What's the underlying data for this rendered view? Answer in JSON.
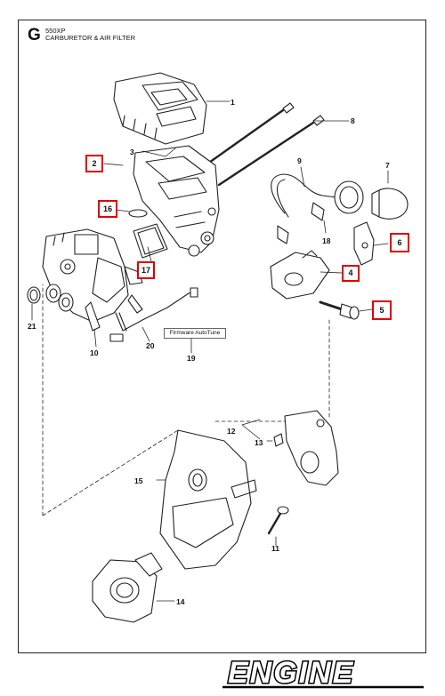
{
  "header": {
    "section_letter": "G",
    "model": "550XP",
    "title": "CARBURETOR & AIR FILTER"
  },
  "firmware_label": "Firmware AutoTune",
  "logo_text": "ENGINE",
  "colors": {
    "highlight": "#e00000",
    "line": "#222222"
  },
  "callouts": {
    "n1": "1",
    "n2": "2",
    "n3": "3",
    "n4": "4",
    "n5": "5",
    "n6": "6",
    "n7": "7",
    "n8": "8",
    "n9": "9",
    "n10": "10",
    "n11": "11",
    "n12": "12",
    "n13": "13",
    "n14": "14",
    "n15": "15",
    "n16": "16",
    "n17": "17",
    "n18": "18",
    "n19": "19",
    "n20": "20",
    "n21": "21"
  }
}
